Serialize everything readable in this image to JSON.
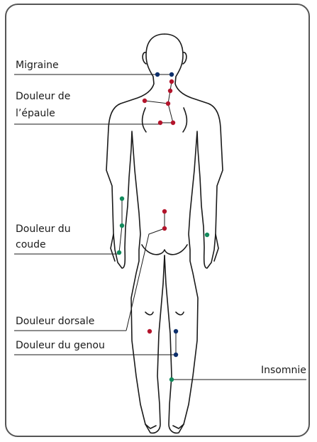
{
  "labels": {
    "migraine": "Migraine",
    "shoulder_line1": "Douleur de",
    "shoulder_line2": "l’épaule",
    "elbow_line1": "Douleur du",
    "elbow_line2": "coude",
    "back": "Douleur dorsale",
    "knee": "Douleur du genou",
    "insomnia": "Insomnie"
  },
  "colors": {
    "outline": "#1a1a1a",
    "frame": "#555555",
    "blue_point": "#0d2f6b",
    "red_point": "#b3142b",
    "green_point": "#128a5c"
  }
}
